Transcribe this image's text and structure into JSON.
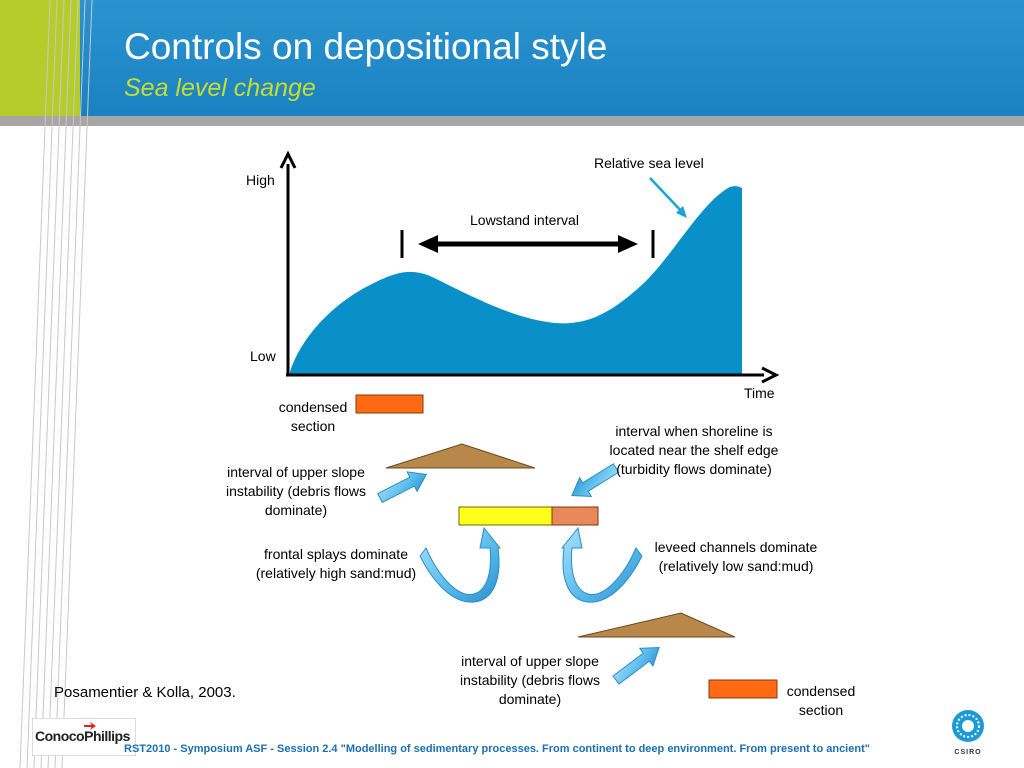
{
  "header": {
    "title": "Controls on depositional style",
    "subtitle": "Sea level change"
  },
  "graph": {
    "y_high": "High",
    "y_low": "Low",
    "x_label": "Time",
    "curve_label": "Relative sea level",
    "interval_label": "Lowstand interval"
  },
  "labels": {
    "condensed_top": "condensed section",
    "upper_slope_left": "interval of upper slope instability (debris flows dominate)",
    "shelf_edge": "interval when shoreline is located near the shelf edge (turbidity flows dominate)",
    "frontal_splays": "frontal splays dominate (relatively high sand:mud)",
    "leveed_channels": "leveed channels dominate (relatively low sand:mud)",
    "upper_slope_bottom": "interval of upper slope instability (debris flows dominate)",
    "condensed_bottom": "condensed section"
  },
  "citation": "Posamentier & Kolla, 2003.",
  "footer": "RST2010 - Symposium ASF - Session 2.4 \"Modelling of sedimentary processes. From continent to deep environment. From present to ancient\"",
  "logos": {
    "left": "ConocoPhillips",
    "right": "CSIRO"
  },
  "colors": {
    "header_blue": "#1b82c2",
    "header_green": "#b5cd2a",
    "subtitle_green": "#c6dc2f",
    "sea_level_fill": "#0a90c8",
    "condensed_orange": "#ff6a13",
    "triangle_brown": "#b8874a",
    "bar_yellow": "#ffff1a",
    "bar_salmon": "#e8895a",
    "arrow_light_blue": "#6cc2ef",
    "footer_blue": "#1b6fb5"
  }
}
